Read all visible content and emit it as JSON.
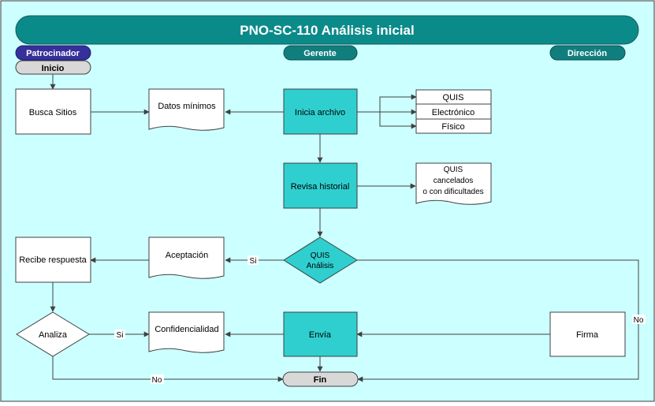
{
  "title": "PNO-SC-110 Análisis inicial",
  "lanes": {
    "patrocinador": "Patrocinador",
    "gerente": "Gerente",
    "direccion": "Dirección"
  },
  "nodes": {
    "inicio": "Inicio",
    "busca_sitios": "Busca Sitios",
    "datos_minimos": "Datos mínimos",
    "inicia_archivo": "Inicia archivo",
    "quis": "QUIS",
    "electronico": "Electrónico",
    "fisico": "Físico",
    "revisa_historial": "Revisa historial",
    "quis_cancelados_1": "QUIS",
    "quis_cancelados_2": "cancelados",
    "quis_cancelados_3": "o con dificultades",
    "recibe_respuesta": "Recibe respuesta",
    "aceptacion": "Aceptación",
    "quis_analisis_1": "QUIS",
    "quis_analisis_2": "Análisis",
    "analiza": "Analiza",
    "confidencialidad": "Confidencialidad",
    "envia": "Envía",
    "firma": "Firma",
    "fin": "Fin"
  },
  "edge_labels": {
    "si_aceptacion": "Si",
    "si_confidencialidad": "Si",
    "no_fin": "No",
    "no_firma": "No"
  },
  "colors": {
    "background": "#ccffff",
    "teal": "#2fcfcf",
    "title_bar": "#0b8a8a",
    "lane_patrocinador": "#35309b",
    "lane_gerente": "#117e7e",
    "terminator": "#d8d8d8"
  }
}
